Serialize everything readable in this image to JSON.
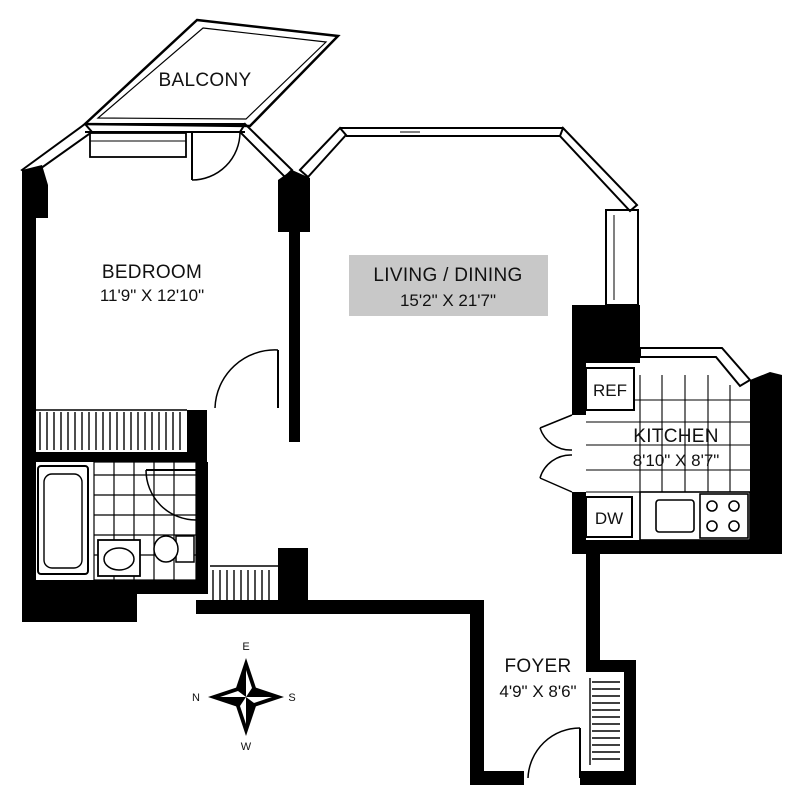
{
  "rooms": {
    "balcony": {
      "name": "BALCONY"
    },
    "bedroom": {
      "name": "BEDROOM",
      "dimensions": "11'9\" X 12'10\""
    },
    "living_dining": {
      "name": "LIVING / DINING",
      "dimensions": "15'2\" X 21'7\"",
      "highlight_color": "#c8c8c8"
    },
    "kitchen": {
      "name": "KITCHEN",
      "dimensions": "8'10\" X 8'7\""
    },
    "foyer": {
      "name": "FOYER",
      "dimensions": "4'9\" X 8'6\""
    }
  },
  "appliances": {
    "refrigerator": "REF",
    "dishwasher": "DW"
  },
  "compass": {
    "north": "N",
    "east": "E",
    "south": "S",
    "west": "W"
  },
  "colors": {
    "wall": "#000000",
    "background": "#ffffff"
  }
}
